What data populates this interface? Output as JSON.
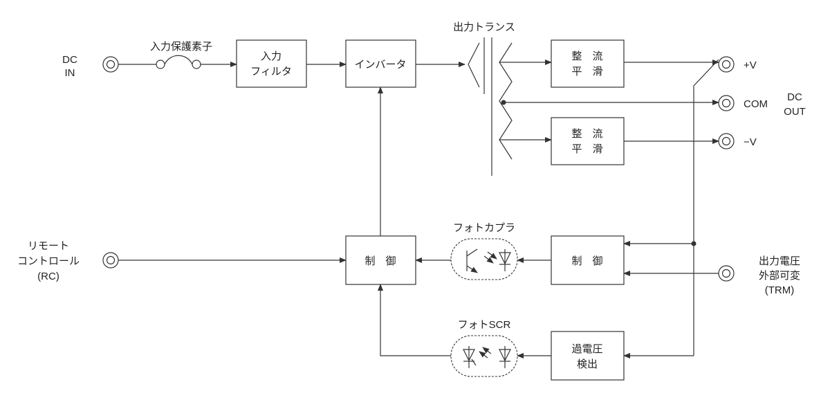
{
  "blocks": {
    "input_protection": "入力保護素子",
    "input_filter_1": "入力",
    "input_filter_2": "フィルタ",
    "inverter": "インバータ",
    "output_transformer": "出力トランス",
    "rectifier_upper_1": "整　流",
    "rectifier_upper_2": "平　滑",
    "rectifier_lower_1": "整　流",
    "rectifier_lower_2": "平　滑",
    "control_left": "制　御",
    "control_right": "制　御",
    "photocoupler": "フォトカプラ",
    "photo_scr": "フォトSCR",
    "ovp_1": "過電圧",
    "ovp_2": "検出"
  },
  "terminals": {
    "dc_in_1": "DC",
    "dc_in_2": "IN",
    "plus_v": "+V",
    "com": "COM",
    "minus_v": "−V",
    "dc_out_1": "DC",
    "dc_out_2": "OUT",
    "remote_1": "リモート",
    "remote_2": "コントロール",
    "remote_3": "(RC)",
    "trim_1": "出力電圧",
    "trim_2": "外部可変",
    "trim_3": "(TRM)"
  },
  "colors": {
    "line": "#333333",
    "text": "#222222"
  }
}
